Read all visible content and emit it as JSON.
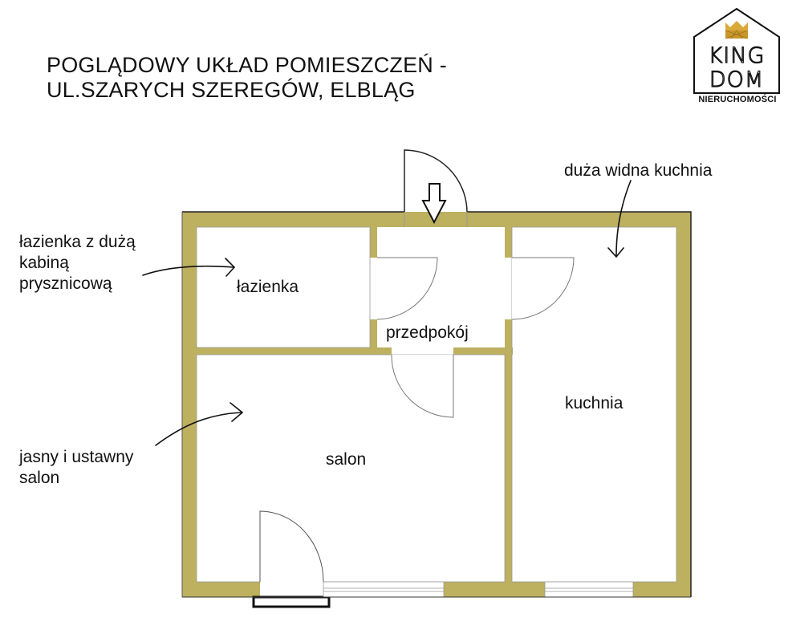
{
  "title": {
    "line1": "POGLĄDOWY UKŁAD POMIESZCZEŃ -",
    "line2": "UL.SZARYCH SZEREGÓW, ELBLĄG"
  },
  "logo": {
    "line1": "KING",
    "line2": "DOM",
    "subtitle": "NIERUCHOMOŚCI",
    "crown_color": "#D9A93A"
  },
  "colors": {
    "wall": "#BDB05F",
    "outline": "#222222"
  },
  "rooms": {
    "bathroom": "łazienka",
    "hall": "przedpokój",
    "kitchen": "kuchnia",
    "living": "salon"
  },
  "annotations": {
    "bathroom": [
      "łazienka z dużą",
      "kabiną",
      "prysznicową"
    ],
    "kitchen": "duża widna kuchnia",
    "living": [
      "jasny i ustawny",
      "salon"
    ]
  }
}
